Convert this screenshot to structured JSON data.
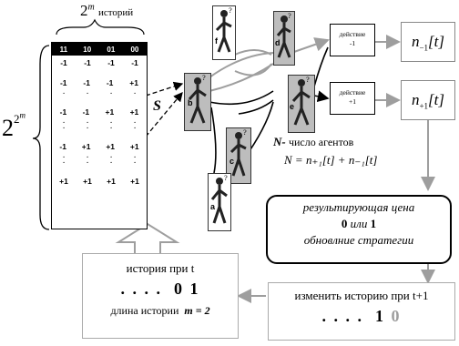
{
  "top_label": {
    "base": "2",
    "exp": "m",
    "word": "историй"
  },
  "side_label": {
    "base": "2",
    "exp1": "2",
    "exp2": "m"
  },
  "table": {
    "headers": [
      "11",
      "10",
      "01",
      "00"
    ],
    "rows": [
      [
        "-1",
        "-1",
        "-1",
        "-1"
      ],
      [
        "-1",
        "-1",
        "-1",
        "+1"
      ],
      [
        "-1",
        "-1",
        "+1",
        "+1"
      ],
      [
        "-1",
        "+1",
        "+1",
        "+1"
      ],
      [
        "+1",
        "+1",
        "+1",
        "+1"
      ]
    ],
    "dot": "."
  },
  "s_label": "S",
  "agents": {
    "a": "a",
    "b": "b",
    "c": "c",
    "d": "d",
    "e": "e",
    "f": "f"
  },
  "actions": {
    "minus": {
      "line1": "действие",
      "line2": "-1"
    },
    "plus": {
      "line1": "действие",
      "line2": "+1"
    }
  },
  "counts": {
    "minus": "n",
    "minus_sub": "−1",
    "plus": "n",
    "plus_sub": "+1",
    "t": "t"
  },
  "formula": {
    "n_word": "N-",
    "caption": "число агентов",
    "equation": "N = n₊₁[t] + n₋₁[t]"
  },
  "price_box": {
    "line1": "результирующая цена",
    "line2_a": "0",
    "line2_or": "или",
    "line2_b": "1",
    "line3": "обновлние стратегии"
  },
  "history_t": {
    "title": "история при t",
    "dots": ". . . .",
    "bits": "0 1",
    "length_label": "длина истории",
    "m_label": "m = 2"
  },
  "history_t1": {
    "title": "изменить историю при t+1",
    "dots": ". . . .",
    "bit1": "1",
    "bit2": "0"
  },
  "colors": {
    "dark_agent": "#bdbdbd",
    "arrow_gray": "#9e9e9e",
    "line": "#000000"
  }
}
